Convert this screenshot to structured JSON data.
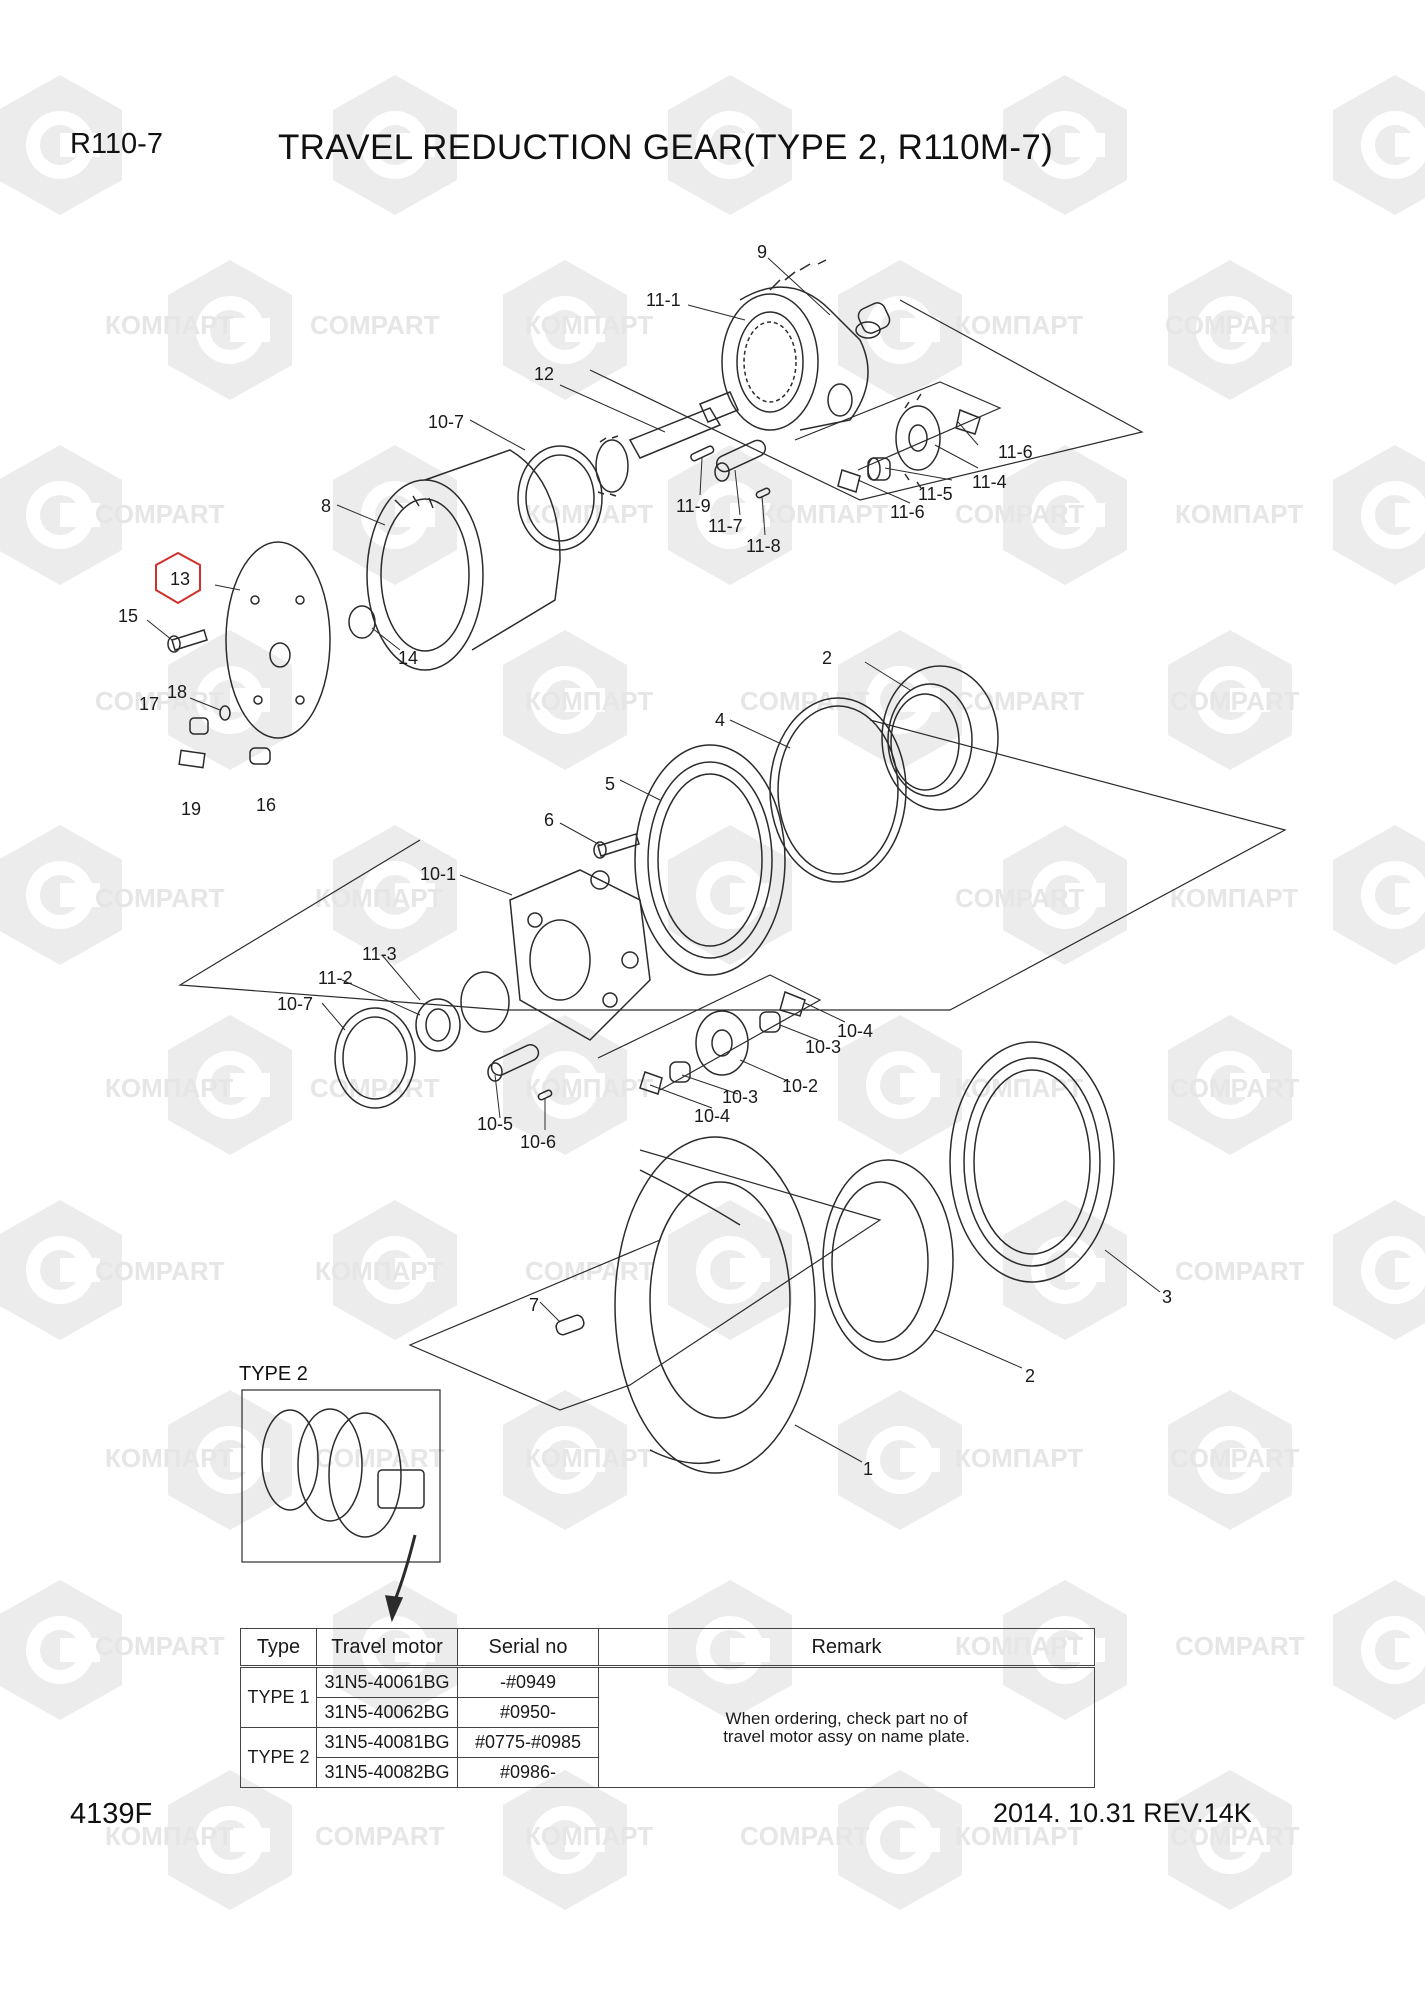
{
  "header": {
    "model": "R110-7",
    "title": "TRAVEL REDUCTION GEAR(TYPE 2, R110M-7)"
  },
  "footer": {
    "page_code": "4139F",
    "revision": "2014. 10.31  REV.14K"
  },
  "watermark": {
    "latin": "COMPART",
    "cyrillic": "КОМПАРТ"
  },
  "inset": {
    "label": "TYPE 2"
  },
  "colors": {
    "line": "#2b2b2b",
    "highlight": "#d0312d",
    "watermark": "#e9e9e9"
  },
  "callouts": {
    "c1": "1",
    "c2a": "2",
    "c2b": "2",
    "c3": "3",
    "c4": "4",
    "c5": "5",
    "c6": "6",
    "c7": "7",
    "c8": "8",
    "c9": "9",
    "c10_1": "10-1",
    "c10_2": "10-2",
    "c10_3a": "10-3",
    "c10_3b": "10-3",
    "c10_4a": "10-4",
    "c10_4b": "10-4",
    "c10_5": "10-5",
    "c10_6": "10-6",
    "c10_7a": "10-7",
    "c10_7b": "10-7",
    "c11_1": "11-1",
    "c11_2": "11-2",
    "c11_3": "11-3",
    "c11_4": "11-4",
    "c11_5": "11-5",
    "c11_6a": "11-6",
    "c11_6b": "11-6",
    "c11_7": "11-7",
    "c11_8": "11-8",
    "c11_9": "11-9",
    "c12": "12",
    "c13": "13",
    "c14": "14",
    "c15": "15",
    "c16": "16",
    "c17": "17",
    "c18": "18",
    "c19": "19"
  },
  "table": {
    "headers": [
      "Type",
      "Travel motor",
      "Serial no",
      "Remark"
    ],
    "type1": "TYPE 1",
    "type2": "TYPE 2",
    "rows": [
      {
        "motor": "31N5-40061BG",
        "serial": "-#0949"
      },
      {
        "motor": "31N5-40062BG",
        "serial": "#0950-"
      },
      {
        "motor": "31N5-40081BG",
        "serial": "#0775-#0985"
      },
      {
        "motor": "31N5-40082BG",
        "serial": "#0986-"
      }
    ],
    "remark_line1": "When ordering, check part no of",
    "remark_line2": "travel motor assy on name plate."
  }
}
